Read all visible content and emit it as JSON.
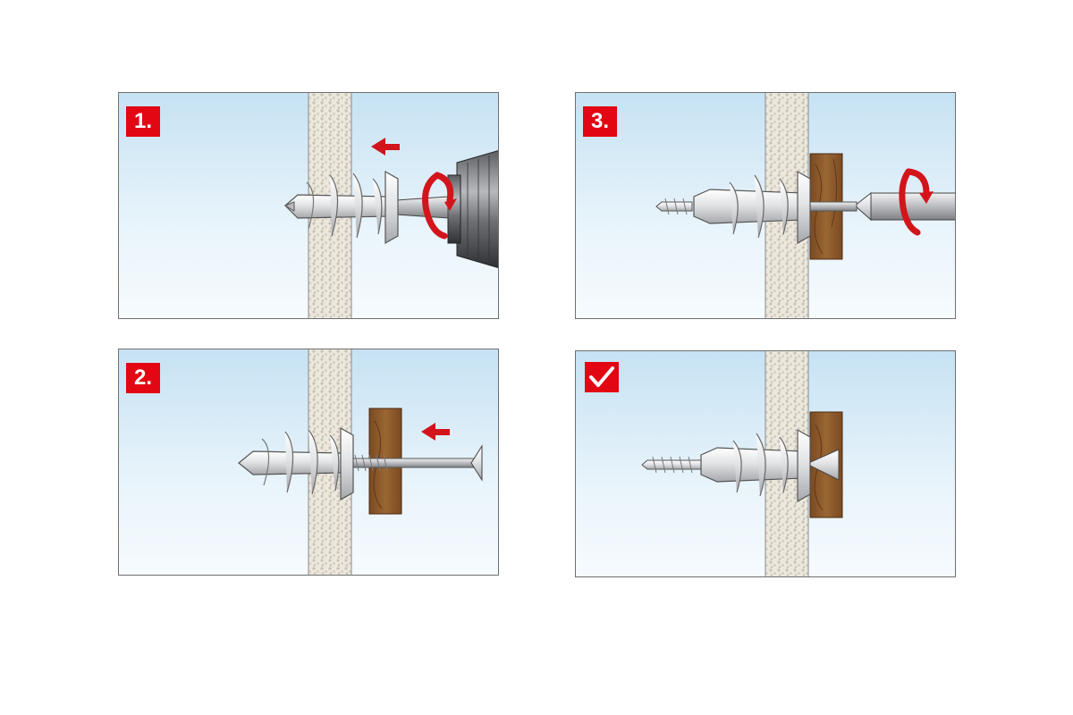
{
  "panels": [
    {
      "id": "panel-1",
      "step_label": "1."
    },
    {
      "id": "panel-2",
      "step_label": "2."
    },
    {
      "id": "panel-3",
      "step_label": "3."
    },
    {
      "id": "panel-4",
      "step_label": ""
    }
  ],
  "colors": {
    "badge_red": "#e30613",
    "arrow_red": "#d3141b",
    "wall_fill": "#ebe6dc",
    "wood": "#8a5a2b",
    "sky_top": "#c6e2f3"
  },
  "icons": [
    "checkmark-icon",
    "rotation-arrow-icon",
    "direction-arrow-icon"
  ]
}
